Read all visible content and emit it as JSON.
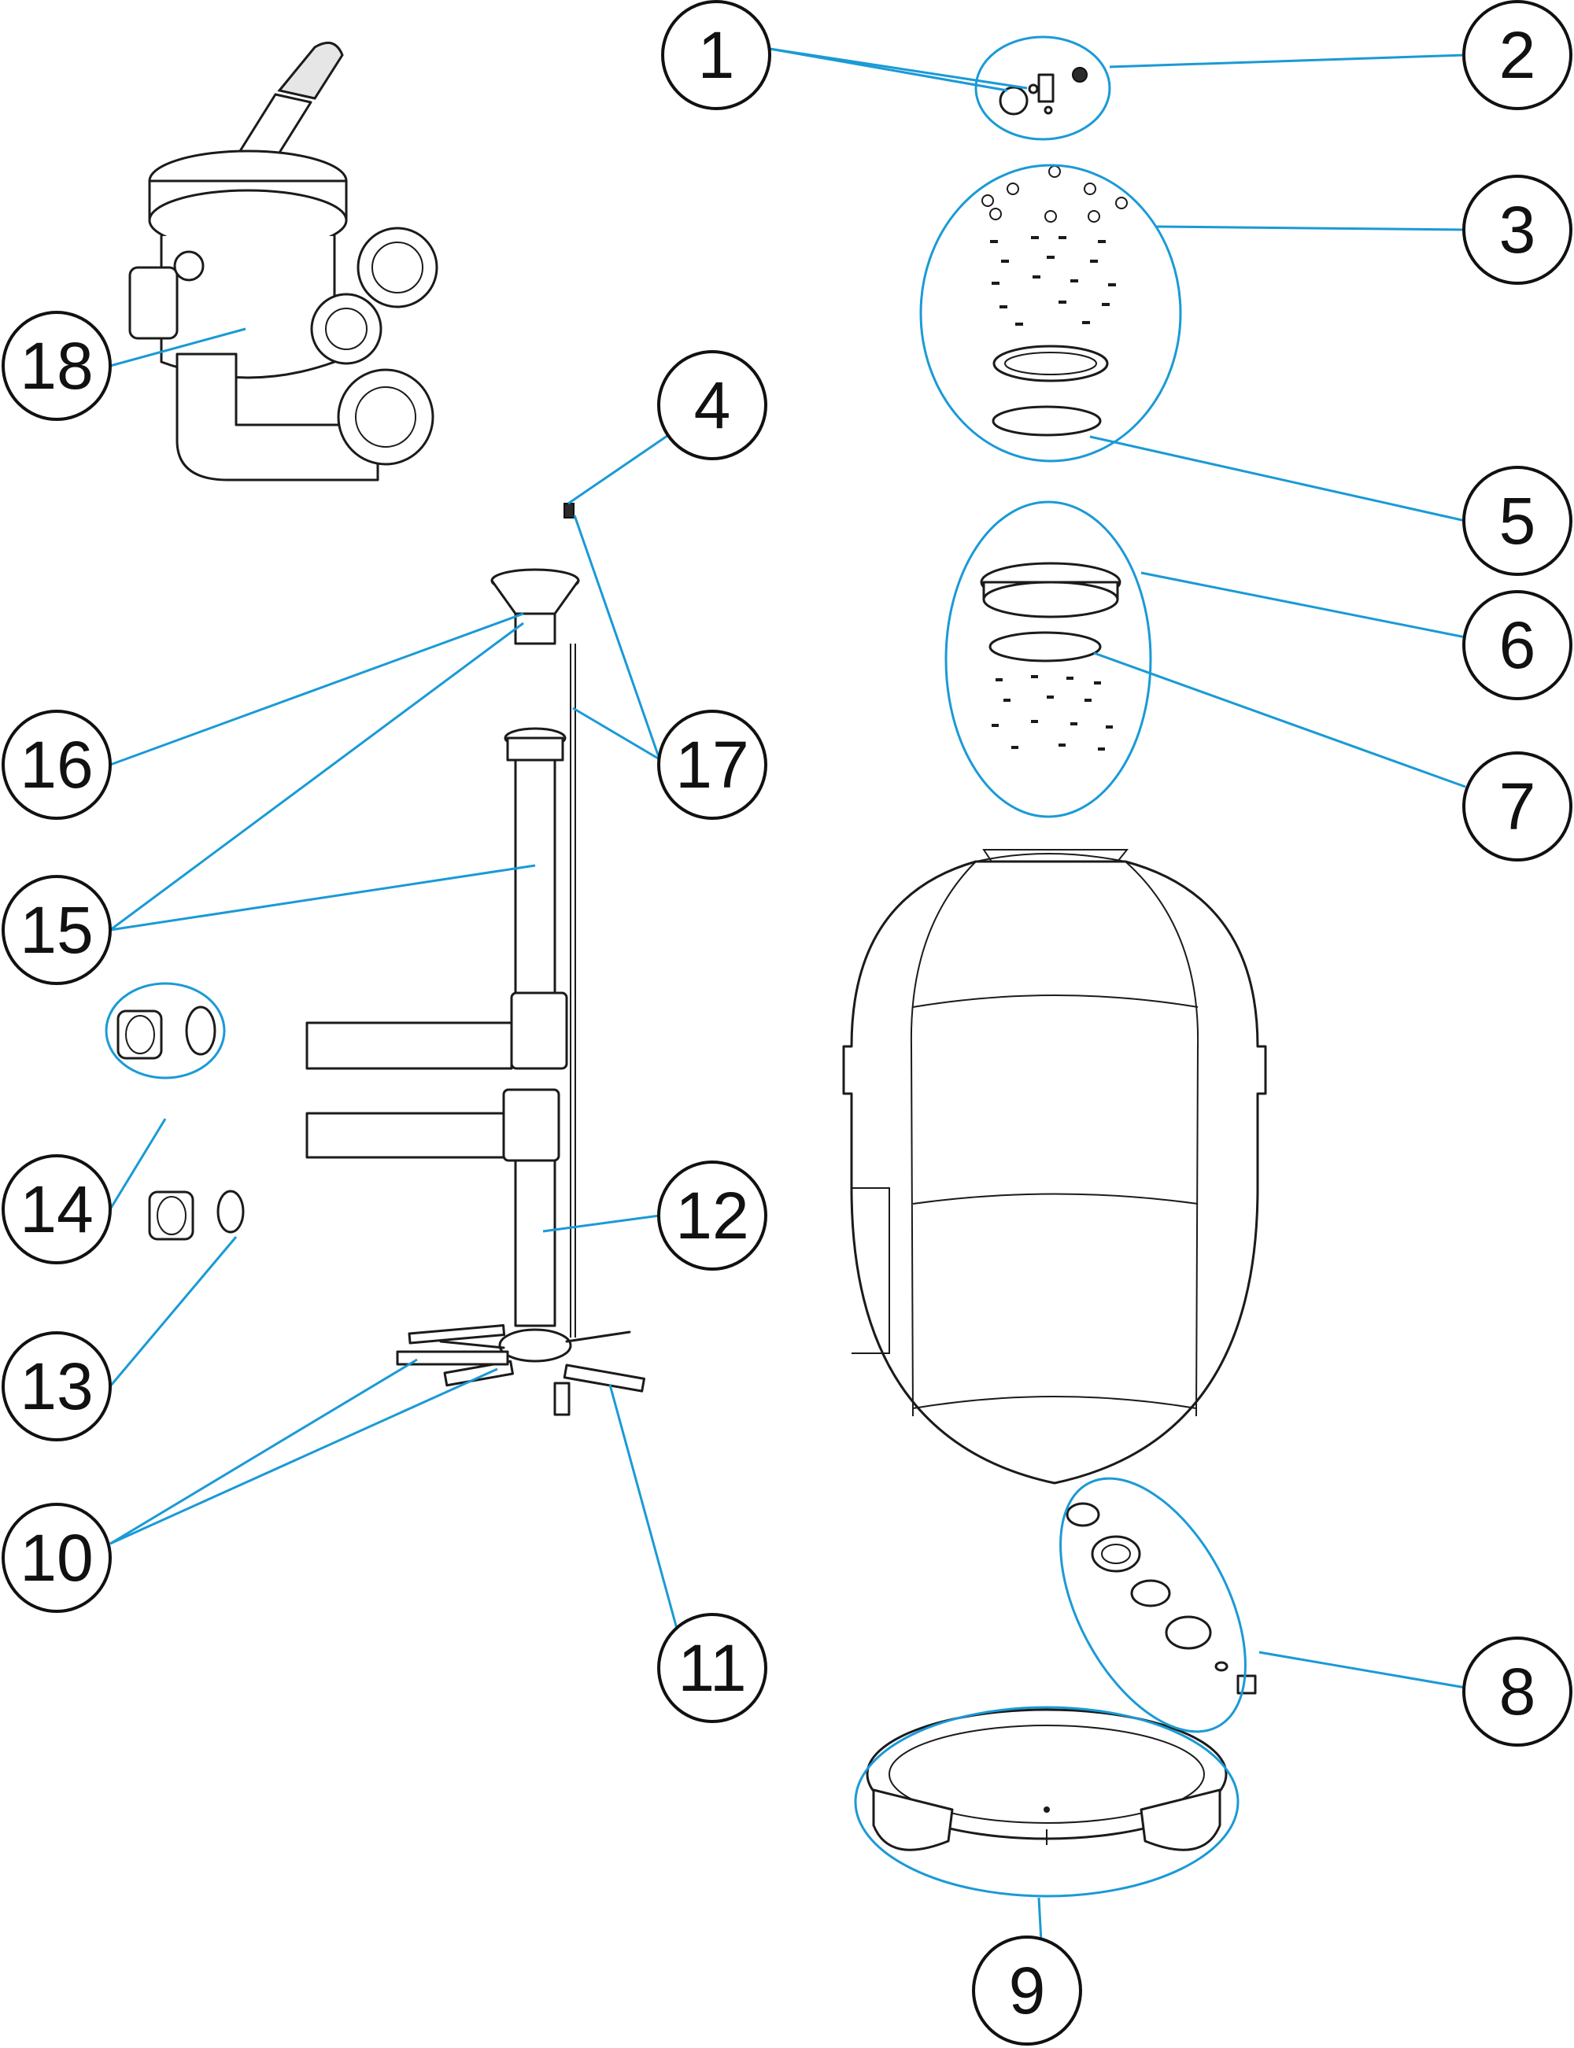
{
  "diagram": {
    "callouts": [
      "1",
      "2",
      "3",
      "4",
      "5",
      "6",
      "7",
      "8",
      "9",
      "10",
      "11",
      "12",
      "13",
      "14",
      "15",
      "16",
      "17",
      "18"
    ],
    "colors": {
      "leader": "#1a9ad6",
      "ink": "#1b1b1b",
      "background": "#ffffff"
    }
  }
}
